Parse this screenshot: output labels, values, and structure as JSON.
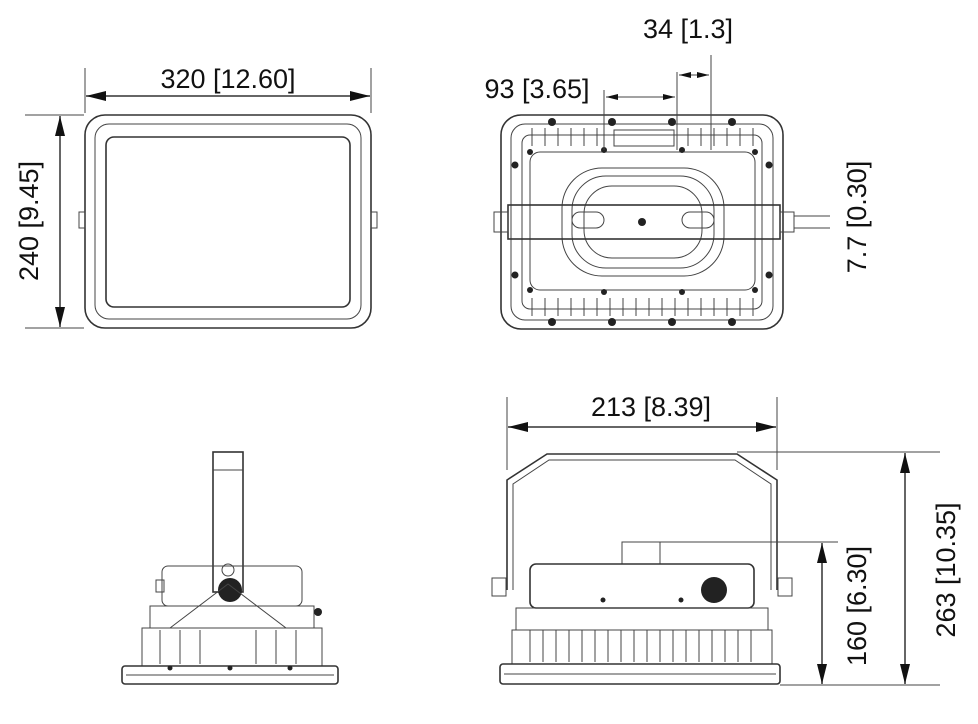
{
  "dimensions": {
    "front_width": "320 [12.60]",
    "front_height": "240 [9.45]",
    "rear_offset": "93 [3.65]",
    "rear_slot": "34 [1.3]",
    "rear_thickness": "7.7 [0.30]",
    "side_width": "213 [8.39]",
    "side_height": "160 [6.30]",
    "total_height": "263 [10.35]"
  },
  "colors": {
    "line": "#333333",
    "text": "#111111",
    "background": "#ffffff"
  }
}
